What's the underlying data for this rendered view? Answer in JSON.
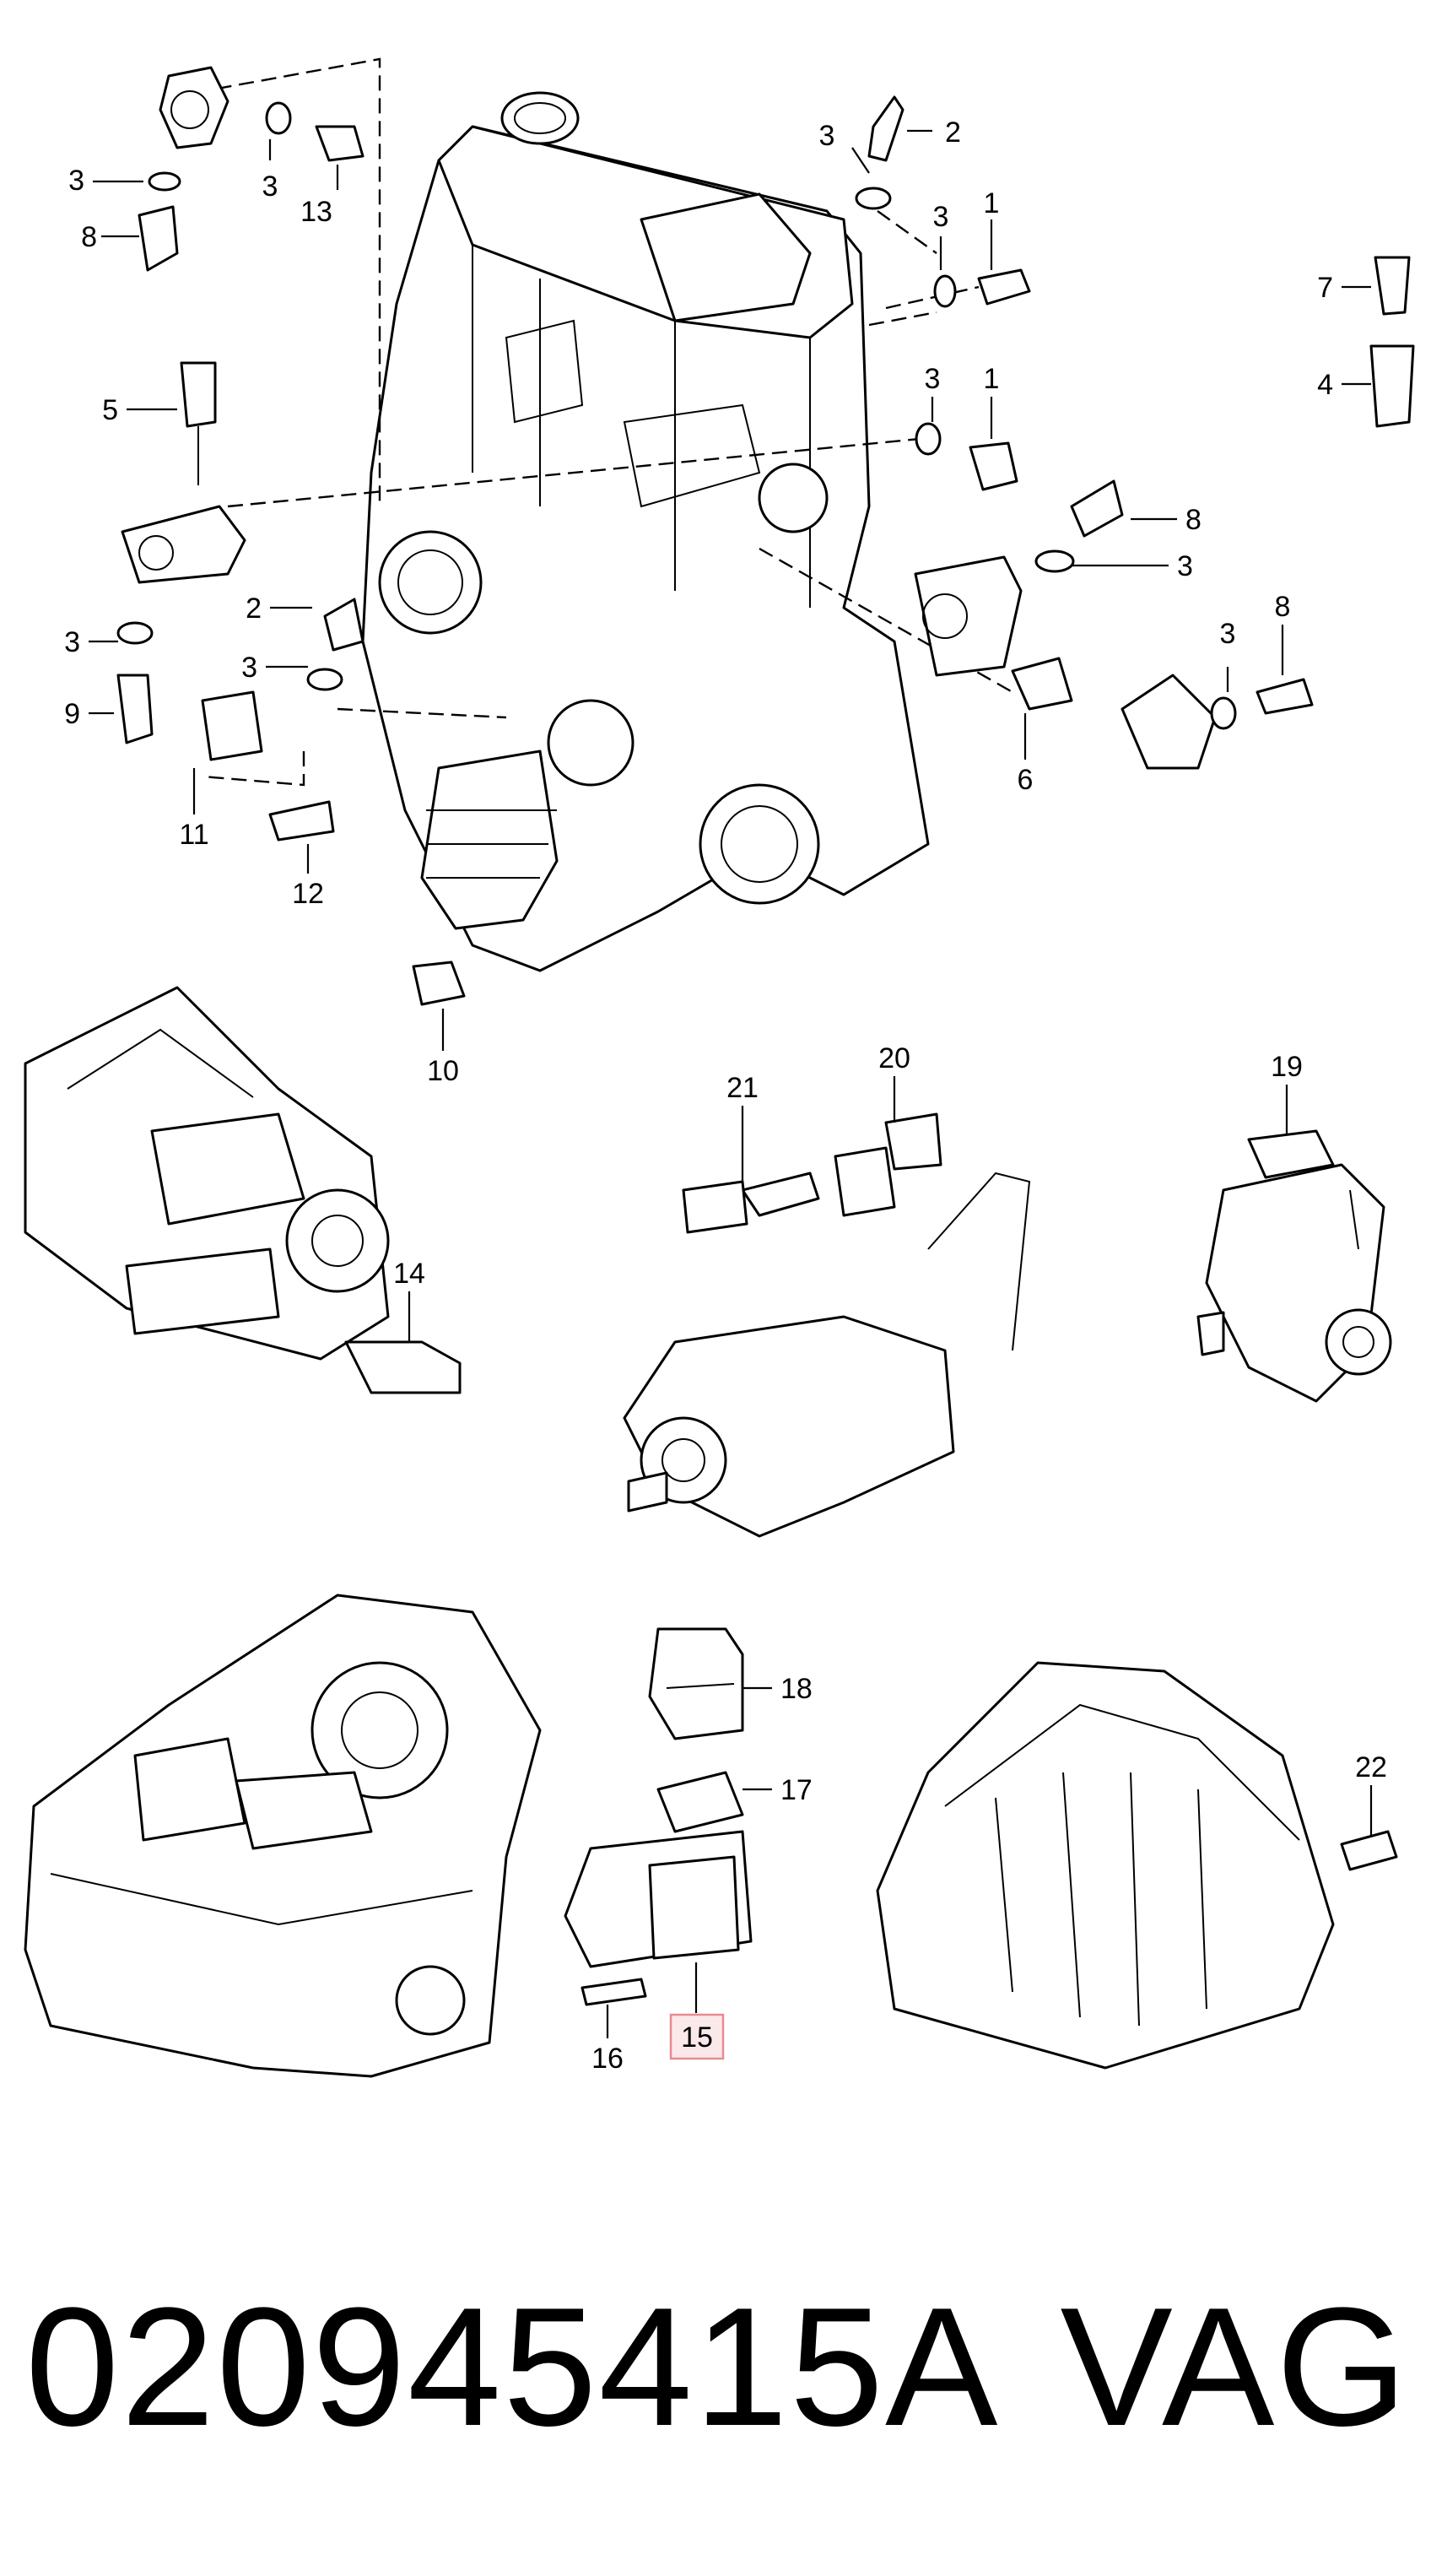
{
  "diagram": {
    "callouts": [
      "1",
      "1",
      "2",
      "2",
      "3",
      "3",
      "3",
      "3",
      "3",
      "3",
      "3",
      "3",
      "3",
      "4",
      "5",
      "6",
      "7",
      "8",
      "8",
      "8",
      "9",
      "10",
      "11",
      "12",
      "13",
      "14",
      "15",
      "16",
      "17",
      "18",
      "19",
      "20",
      "21",
      "22"
    ],
    "highlighted_callout": "15",
    "highlight_color": "#e88a92"
  },
  "caption": {
    "part_number": "020945415A",
    "brand": "VAG"
  }
}
